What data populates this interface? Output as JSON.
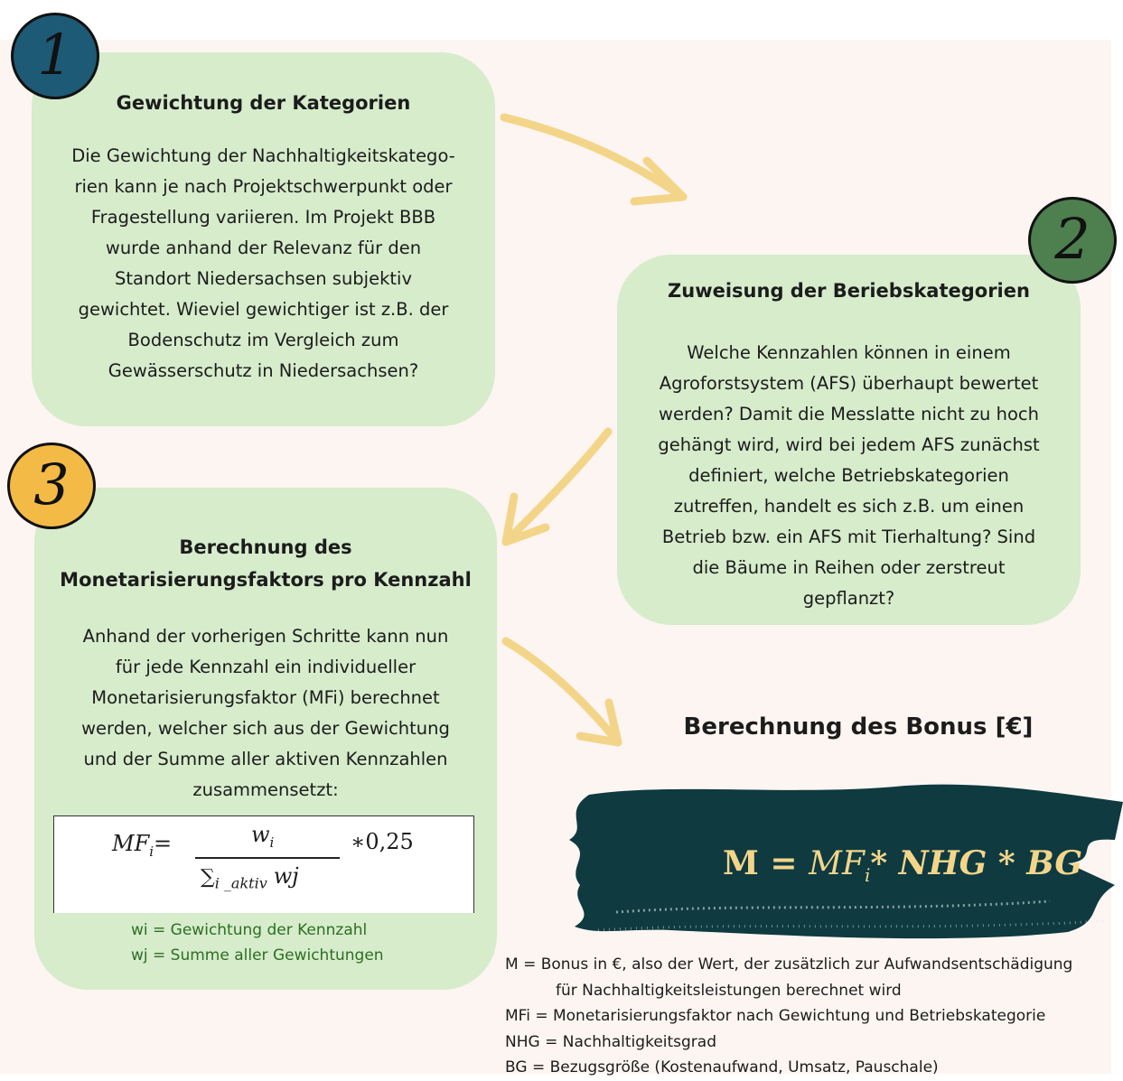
{
  "steps": [
    {
      "number": "1",
      "title": "Gewichtung der Kategorien",
      "lines": [
        "Die Gewichtung der Nachhaltigkeitskatego-",
        "rien kann je nach Projektschwerpunkt oder",
        "Fragestellung variieren. Im Projekt BBB",
        "wurde anhand der Relevanz für den",
        "Standort Niedersachsen subjektiv",
        "gewichtet. Wieviel gewichtiger ist z.B. der",
        "Bodenschutz im Vergleich zum",
        "Gewässerschutz in Niedersachsen?"
      ]
    },
    {
      "number": "2",
      "title": "Zuweisung der Beriebskategorien",
      "lines": [
        "Welche Kennzahlen können in einem",
        "Agroforstsystem (AFS) überhaupt bewertet",
        "werden? Damit die Messlatte nicht zu hoch",
        "gehängt wird, wird bei jedem AFS zunächst",
        "definiert, welche Betriebskategorien",
        "zutreffen, handelt es sich z.B. um einen",
        "Betrieb bzw. ein AFS mit Tierhaltung? Sind",
        "die Bäume in Reihen oder zerstreut",
        "gepflanzt?"
      ]
    },
    {
      "number": "3",
      "title_lines": [
        "Berechnung des",
        "Monetarisierungsfaktors pro Kennzahl"
      ],
      "lines": [
        "Anhand der vorherigen Schritte kann nun",
        "für jede Kennzahl ein individueller",
        "Monetarisierungsfaktor (MFi) berechnet",
        "werden, welcher sich aus der Gewichtung",
        "und der Summe aller aktiven Kennzahlen",
        "zusammensetzt:"
      ],
      "formula": {
        "lhs": "MF",
        "lhs_sub": "i",
        "equals": "=",
        "numerator": "w",
        "numerator_sub": "i",
        "denominator_sum": "∑",
        "denominator_sub": "i _aktiv",
        "denominator_var": "wj",
        "multiplier": "∗0,25"
      },
      "legend": [
        "wi = Gewichtung der Kennzahl",
        "wj = Summe aller Gewichtungen"
      ]
    }
  ],
  "bonus": {
    "title": "Berechnung des Bonus [€]",
    "formula": {
      "m": "M",
      "eq": "=",
      "mf": "MF",
      "mf_sub": "i",
      "rest": "* NHG * BG"
    },
    "legend": [
      "M = Bonus in €, also der Wert, der zusätzlich zur Aufwandsentschädigung",
      "für Nachhaltigkeitsleistungen berechnet wird",
      "MFi = Monetarisierungsfaktor nach Gewichtung und Betriebskategorie",
      "NHG = Nachhaltigkeitsgrad",
      "BG = Bezugsgröße (Kostenaufwand, Umsatz, Pauschale)"
    ]
  },
  "colors": {
    "box": "#d6eccb",
    "background": "#fdf5f1",
    "circle1": "#1d5a76",
    "circle2": "#4d7f4f",
    "circle3": "#f3bb46",
    "arrow": "#f3d58a",
    "brush": "#0e3a40",
    "formula_text": "#f3d58a",
    "legend_green": "#2e6e24"
  }
}
